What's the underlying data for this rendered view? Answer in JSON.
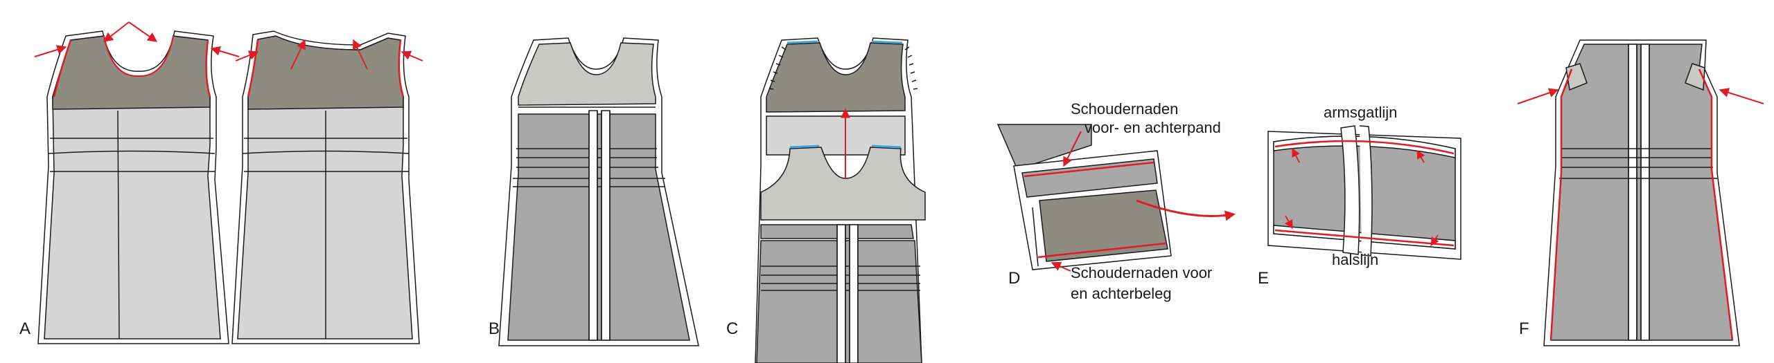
{
  "figure": {
    "panels": [
      "A",
      "B",
      "C",
      "D",
      "E",
      "F"
    ],
    "annotations": {
      "d_top": [
        "Schoudernaden",
        "voor- en achterpand"
      ],
      "d_bottom": [
        "Schoudernaden voor",
        "en achterbeleg"
      ],
      "e_top": "armsgatlijn",
      "e_bottom": "halslijn"
    },
    "colors": {
      "outline": "#1a1a1a",
      "light_fabric": "#d6d6d6",
      "mid_fabric": "#a9a8a8",
      "dark_fabric": "#8e8c80",
      "facing": "#c8c8c5",
      "highlight_red": "#e01b24",
      "highlight_blue": "#3fa8d8"
    }
  }
}
